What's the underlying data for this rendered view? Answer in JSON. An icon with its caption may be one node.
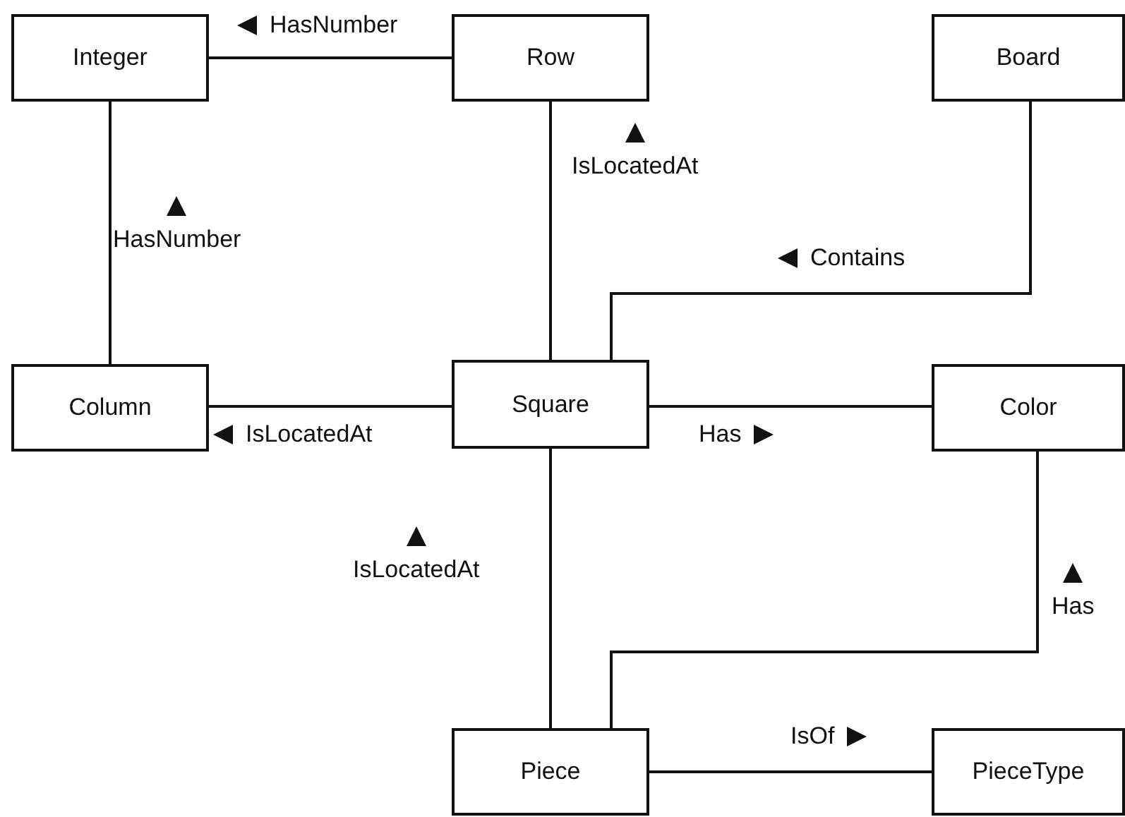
{
  "diagram": {
    "nodes": [
      {
        "text": [
          "Integer"
        ]
      },
      {
        "text": [
          "Row"
        ]
      },
      {
        "text": [
          "Board"
        ]
      },
      {
        "text": [
          "Column"
        ]
      },
      {
        "text": [
          "Square"
        ]
      },
      {
        "text": [
          "Color"
        ]
      },
      {
        "text": [
          "Piece"
        ]
      },
      {
        "text": [
          "PieceType"
        ]
      }
    ],
    "edges": [
      {
        "from": 1,
        "to": 0,
        "arrow": "none",
        "label": "HasNumber"
      },
      {
        "from": 3,
        "to": 0,
        "arrow": "none",
        "label": "HasNumber"
      },
      {
        "from": 4,
        "to": 1,
        "arrow": "none",
        "label": "IsLocatedAt"
      },
      {
        "from": 2,
        "to": 4,
        "arrow": "none",
        "label": "Contains"
      },
      {
        "from": 4,
        "to": 3,
        "arrow": "none",
        "label": "IsLocatedAt"
      },
      {
        "from": 4,
        "to": 5,
        "arrow": "none",
        "label": "Has"
      },
      {
        "from": 6,
        "to": 4,
        "arrow": "none",
        "label": "IsLocatedAt"
      },
      {
        "from": 6,
        "to": 5,
        "arrow": "none",
        "label": "Has"
      },
      {
        "from": 6,
        "to": 7,
        "arrow": "none",
        "label": "IsOf"
      }
    ]
  }
}
